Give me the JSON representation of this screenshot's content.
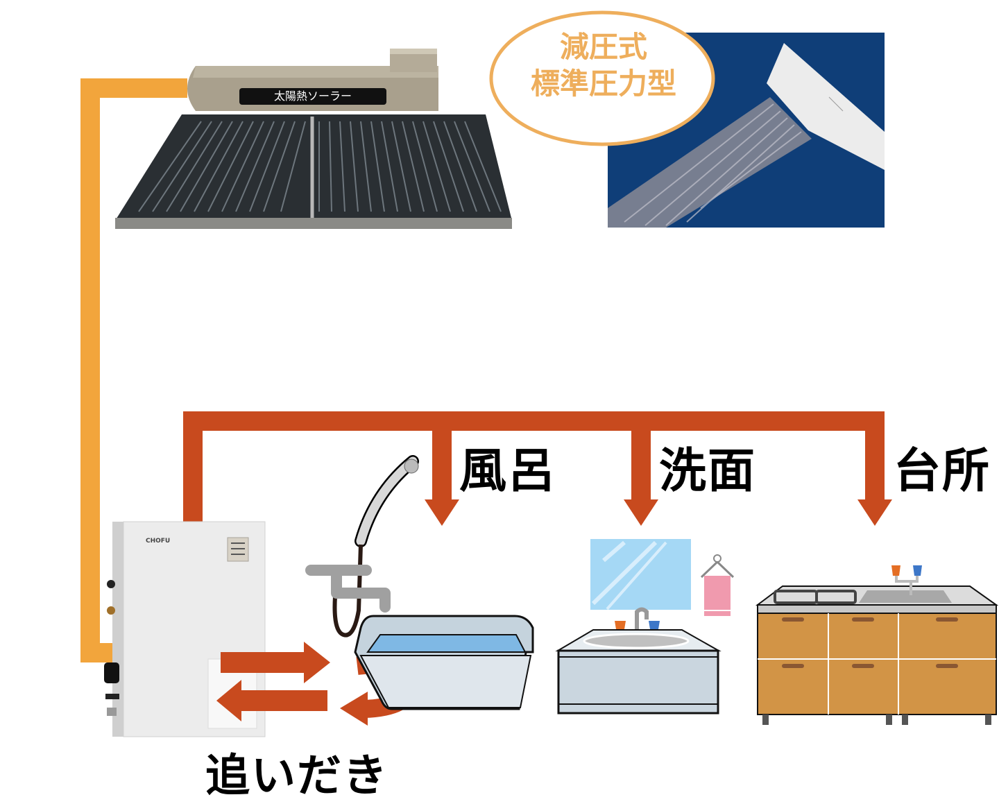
{
  "solar_heater": {
    "label": "太陽熱ソーラー"
  },
  "pressure_badge": {
    "line1": "減圧式",
    "line2": "標準圧力型"
  },
  "boiler": {
    "brand": "CHOFU"
  },
  "destinations": [
    {
      "id": "bath",
      "label": "風呂"
    },
    {
      "id": "washroom",
      "label": "洗面"
    },
    {
      "id": "kitchen",
      "label": "台所"
    }
  ],
  "reheat": {
    "label": "追いだき"
  },
  "colors": {
    "solar_pipe": "#f2a53c",
    "hot_water_pipe": "#c84a1e",
    "badge_outline": "#eeae5c",
    "shower_photo_bg": "#0f3e78"
  }
}
